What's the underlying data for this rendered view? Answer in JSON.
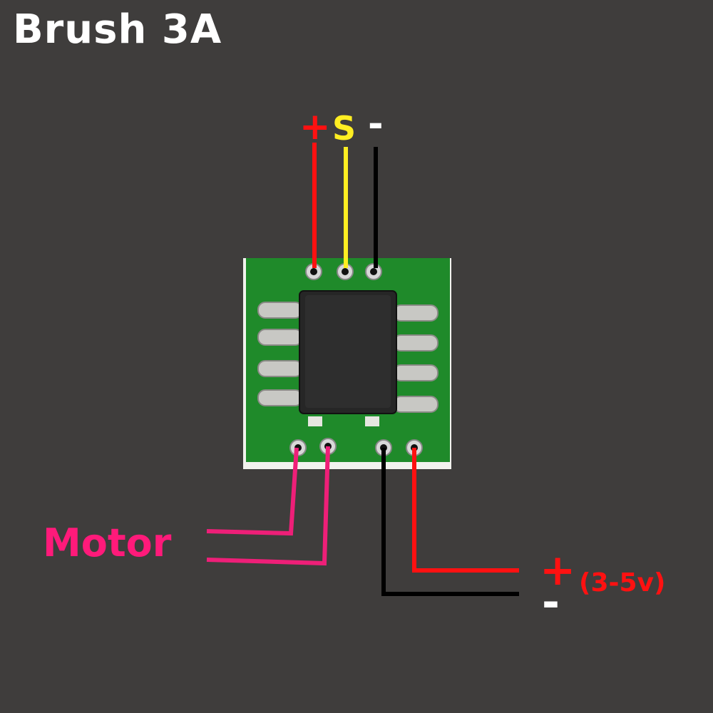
{
  "title": "Brush 3A",
  "signal_header": {
    "plus": "+",
    "signal": "S",
    "minus": "-"
  },
  "motor_label": "Motor",
  "power": {
    "plus": "+",
    "minus": "-",
    "range": "(3-5v)"
  },
  "colors": {
    "background": "#3f3d3c",
    "pcb": "#1f8a2a",
    "chip": "#262626",
    "wire_power": "#ff1111",
    "wire_signal": "#ffee22",
    "wire_ground": "#000000",
    "wire_motor": "#ee1f78"
  }
}
